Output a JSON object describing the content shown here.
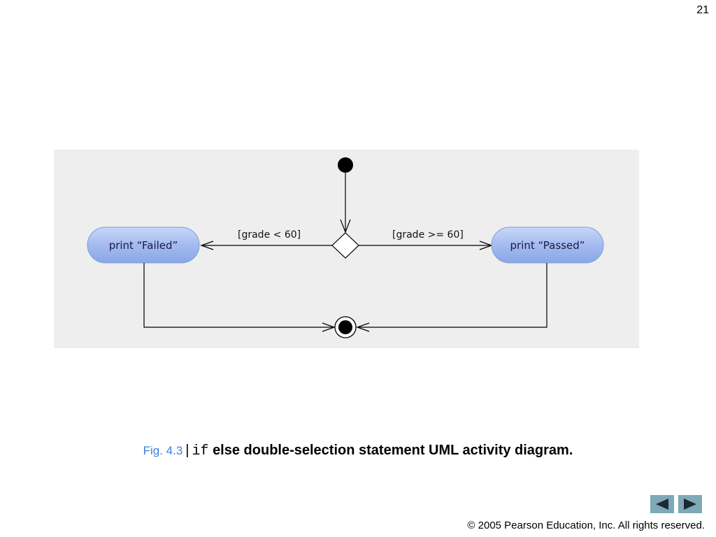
{
  "slide": {
    "number": "21"
  },
  "diagram": {
    "left_action": "print “Failed”",
    "right_action": "print “Passed”",
    "left_guard": "[grade < 60]",
    "right_guard": "[grade >= 60]"
  },
  "caption": {
    "fig_label": "Fig. 4.3",
    "separator": "|",
    "code_word": "if",
    "text": "else double-selection statement UML activity diagram."
  },
  "navigation": {
    "prev_icon": "triangle-left-icon",
    "next_icon": "triangle-right-icon"
  },
  "footer": {
    "copyright": "© 2005 Pearson Education, Inc.  All rights reserved."
  },
  "colors": {
    "action_fill": "#9fb6ee",
    "panel_background": "#eeeeee",
    "fig_label": "#3d7fe0",
    "nav_button": "#7fa8b8"
  }
}
